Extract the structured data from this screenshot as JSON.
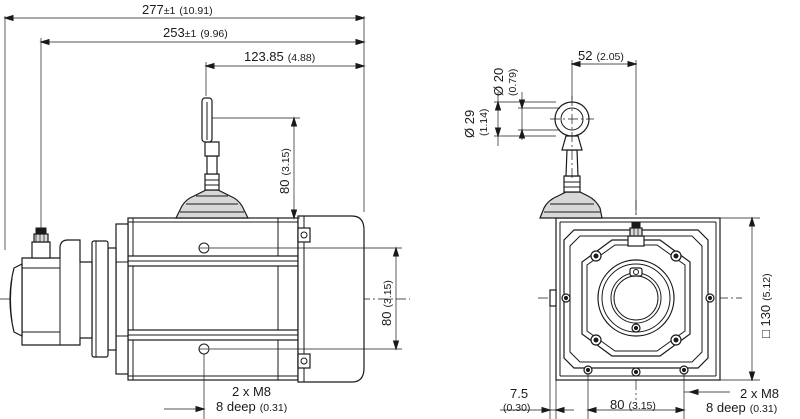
{
  "dimensions": {
    "overall_length": {
      "value": "277",
      "tolerance": "±1",
      "imperial": "(10.91)"
    },
    "body_length": {
      "value": "253",
      "tolerance": "±1",
      "imperial": "(9.96)"
    },
    "offset_length": {
      "value": "123.85",
      "imperial": "(4.88)"
    },
    "cable_height": {
      "value": "80",
      "imperial": "(3.15)"
    },
    "hole_spacing_side": {
      "value": "80",
      "imperial": "(3.15)"
    },
    "thread_side": {
      "line1": "2 x M8",
      "line2_value": "8 deep",
      "line2_imperial": "(0.31)"
    },
    "eye_width": {
      "value": "52",
      "imperial": "(2.05)"
    },
    "eye_hole_diameter": {
      "value": "Ø 20",
      "imperial": "(0.79)"
    },
    "eye_outer_diameter": {
      "value": "Ø 29",
      "imperial": "(1.14)"
    },
    "square_size": {
      "value": "□ 130",
      "imperial": "(5.12)"
    },
    "edge_offset": {
      "value": "7.5",
      "imperial": "(0.30)"
    },
    "hole_spacing_front": {
      "value": "80",
      "imperial": "(3.15)"
    },
    "thread_front": {
      "line1": "2 x M8",
      "line2_value": "8 deep",
      "line2_imperial": "(0.31)"
    }
  }
}
